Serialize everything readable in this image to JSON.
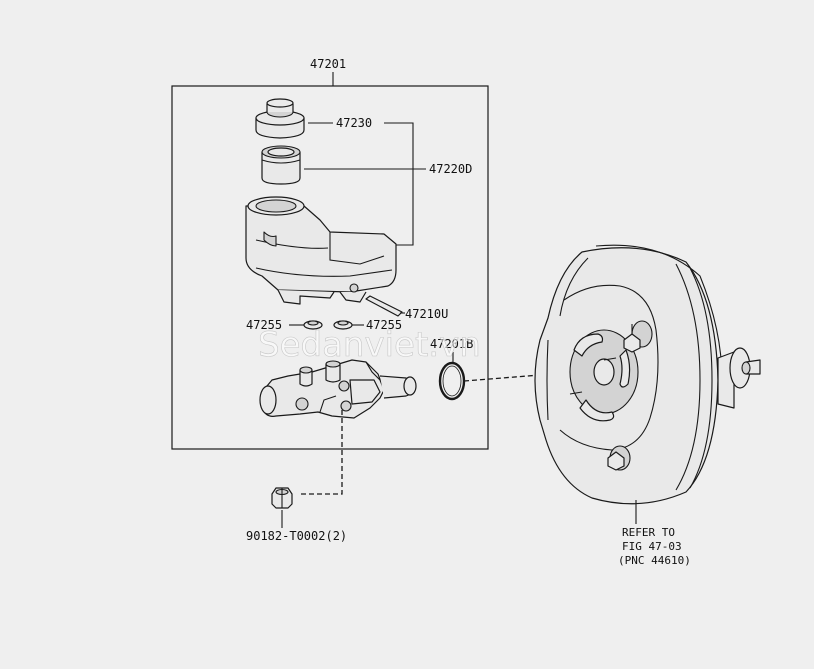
{
  "labels": {
    "assembly": "47201",
    "cap": "47230",
    "strainer": "47220D",
    "pin": "47210U",
    "grommet_left": "47255",
    "grommet_right": "47255",
    "ring": "47201B",
    "nut": "90182-T0002(2)",
    "refer_line1": "REFER TO",
    "refer_line2": "FIG 47-03",
    "refer_line3": "(PNC 44610)"
  },
  "watermark": "Sedanviet.vn",
  "colors": {
    "background": "#efefef",
    "line": "#1a1a1a"
  }
}
